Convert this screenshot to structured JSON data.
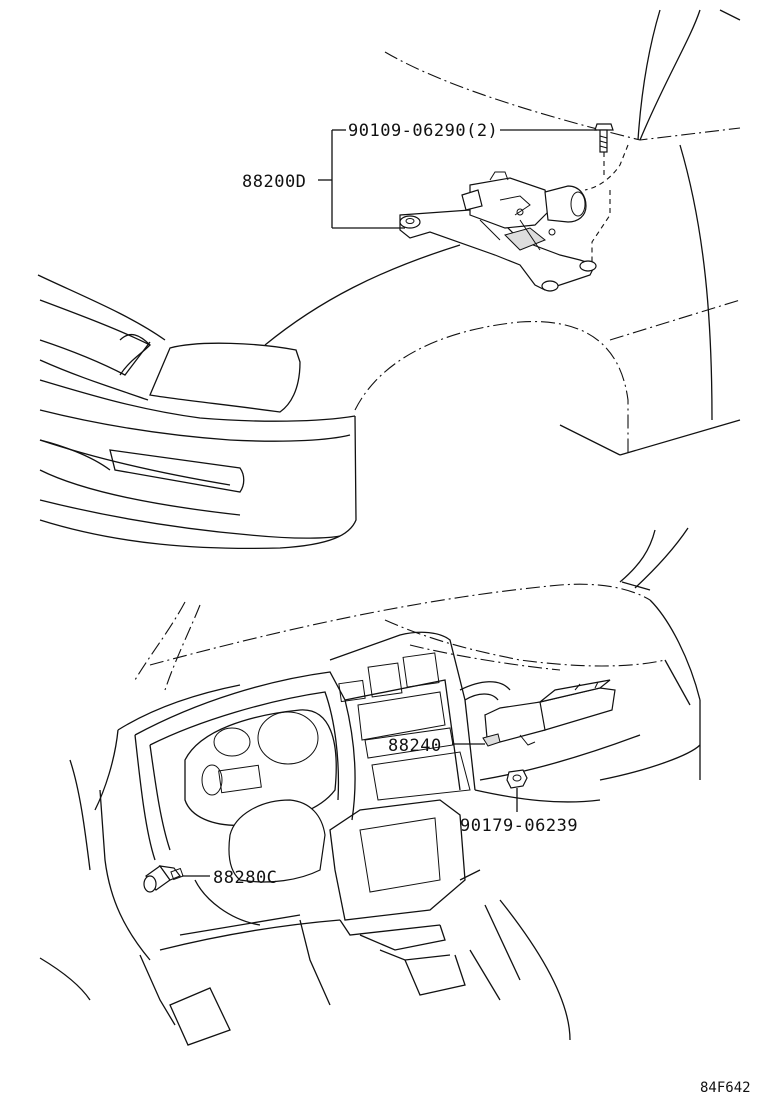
{
  "parts": {
    "wiper_motor_assembly": "88200D",
    "bolt": "90109-06290(2)",
    "computer_unit": "88240",
    "nut": "90179-06239",
    "sensor": "88280C"
  },
  "figure_code": "84F642"
}
